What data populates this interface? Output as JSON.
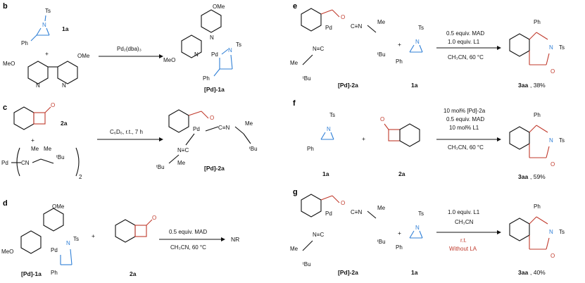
{
  "panels": {
    "b": {
      "letter": "b",
      "reagent": "Pd₂(dba)₃",
      "aziridine_label": "1a",
      "plus": "+",
      "ligand_ome_left": "MeO",
      "ligand_ome_right": "OMe",
      "product_label": "[Pd]-1a",
      "product_ome_top": "OMe",
      "product_ome_left": "MeO",
      "ts": "Ts",
      "ph": "Ph",
      "n": "N",
      "pd": "Pd"
    },
    "c": {
      "letter": "c",
      "ketone_label": "2a",
      "plus": "+",
      "conditions": "C₆D₆, r.t., 7 h",
      "complex_text": "Pd",
      "subscript_two": "2",
      "cn": "CN",
      "me1": "Me",
      "me2": "Me",
      "tbu": "ᵗBu",
      "product_label": "[Pd]-2a"
    },
    "d": {
      "letter": "d",
      "start_label": "[Pd]-1a",
      "ketone_label": "2a",
      "plus": "+",
      "cond1": "0.5 equiv. MAD",
      "cond2": "CH₃CN, 60 °C",
      "result": "NR",
      "ome": "OMe",
      "meo": "MeO",
      "ts": "Ts",
      "ph": "Ph"
    },
    "e": {
      "letter": "e",
      "start_label": "[Pd]-2a",
      "aziridine_label": "1a",
      "plus": "+",
      "cond1": "0.5 equiv. MAD",
      "cond2": "1.0 equiv. L1",
      "cond3": "CH₃CN, 60 °C",
      "product_label": "3aa",
      "yield": ", 38%",
      "ts": "Ts",
      "ph": "Ph"
    },
    "f": {
      "letter": "f",
      "aziridine_label": "1a",
      "ketone_label": "2a",
      "plus": "+",
      "cond1": "10 mol% [Pd]-2a",
      "cond2": "0.5 equiv. MAD",
      "cond3": "10 mol% L1",
      "cond4": "CH₃CN, 60 °C",
      "product_label": "3aa",
      "yield": ", 59%",
      "ts": "Ts",
      "ph": "Ph"
    },
    "g": {
      "letter": "g",
      "start_label": "[Pd]-2a",
      "aziridine_label": "1a",
      "plus": "+",
      "cond1": "1.0 equiv. L1",
      "cond2": "CH₃CN",
      "cond3": "r.t.",
      "cond4": "Without LA",
      "product_label": "3aa",
      "yield": ", 40%",
      "ts": "Ts",
      "ph": "Ph"
    }
  },
  "colors": {
    "aziridine": "#2f7fd6",
    "ketone": "#c0392b",
    "text": "#111111"
  }
}
